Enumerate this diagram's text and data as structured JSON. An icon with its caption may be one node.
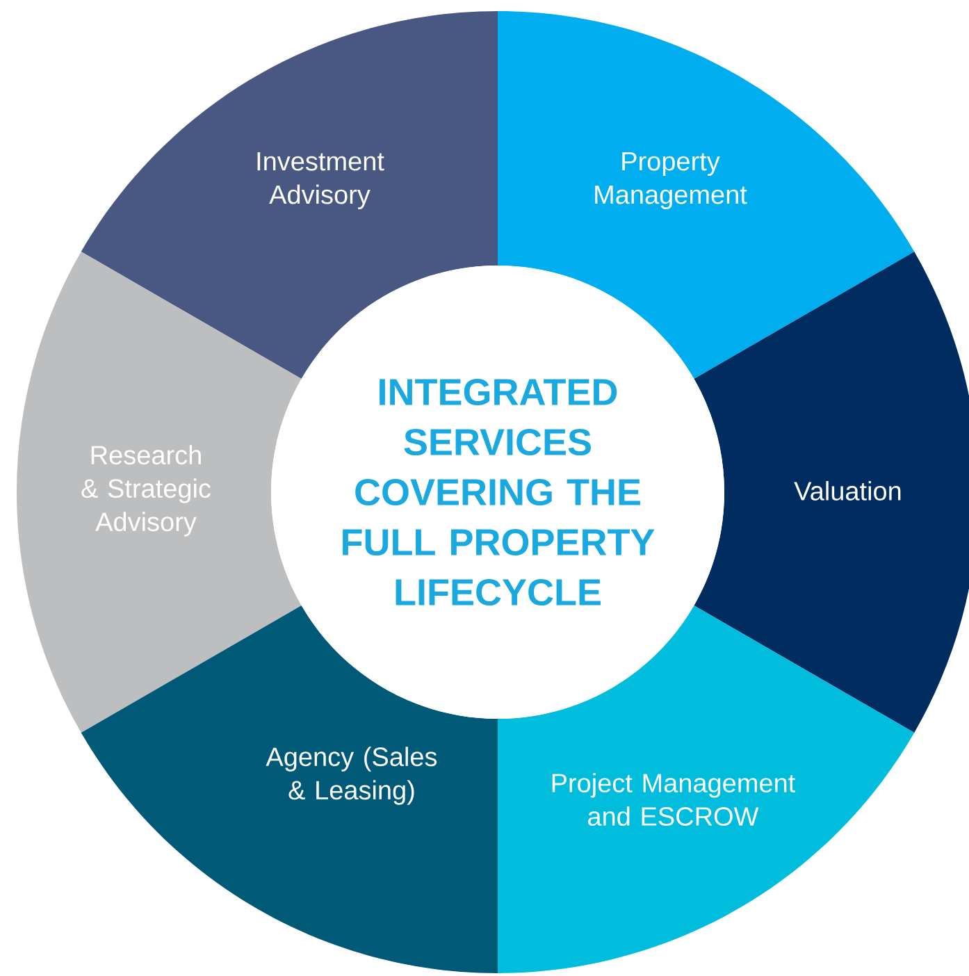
{
  "diagram": {
    "nodes": [
      {
        "text": [
          "INTEGRATED SERVICES COVERING THE FULL PROPERTY LIFECYCLE"
        ]
      },
      {
        "text": [
          "Investment Advisory"
        ]
      },
      {
        "text": [
          "Property Management"
        ]
      },
      {
        "text": [
          "Research & Strategic Advisory"
        ]
      },
      {
        "text": [
          "Valuation"
        ]
      },
      {
        "text": [
          "Agency (Sales & Leasing)"
        ]
      },
      {
        "text": [
          "Project Management and ESCROW"
        ]
      }
    ]
  }
}
